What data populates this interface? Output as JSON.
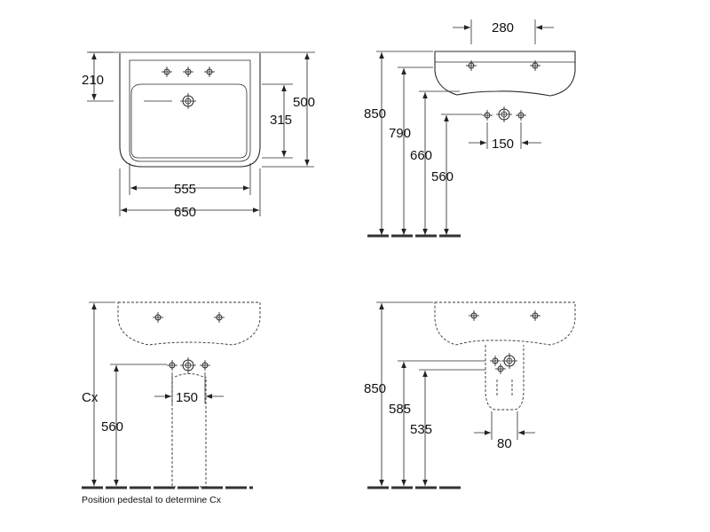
{
  "diagram": {
    "views": {
      "top_view": {
        "dim_tap_depth": "210",
        "dim_depth": "500",
        "dim_inner_depth": "315",
        "dim_inner_width": "555",
        "dim_width": "650"
      },
      "side_view_wall_hung": {
        "dim_fixings": "280",
        "dim_height": "850",
        "dim_rim": "790",
        "dim_bowl": "660",
        "dim_waste": "560",
        "dim_waste_spacing": "150"
      },
      "front_view_pedestal": {
        "dim_cx": "Cx",
        "dim_waste": "560",
        "dim_waste_spacing": "150",
        "note": "Position pedestal to determine Cx"
      },
      "side_view_semi_pedestal": {
        "dim_height": "850",
        "dim_semi_top": "585",
        "dim_waste": "535",
        "dim_semi_width": "80"
      }
    }
  }
}
